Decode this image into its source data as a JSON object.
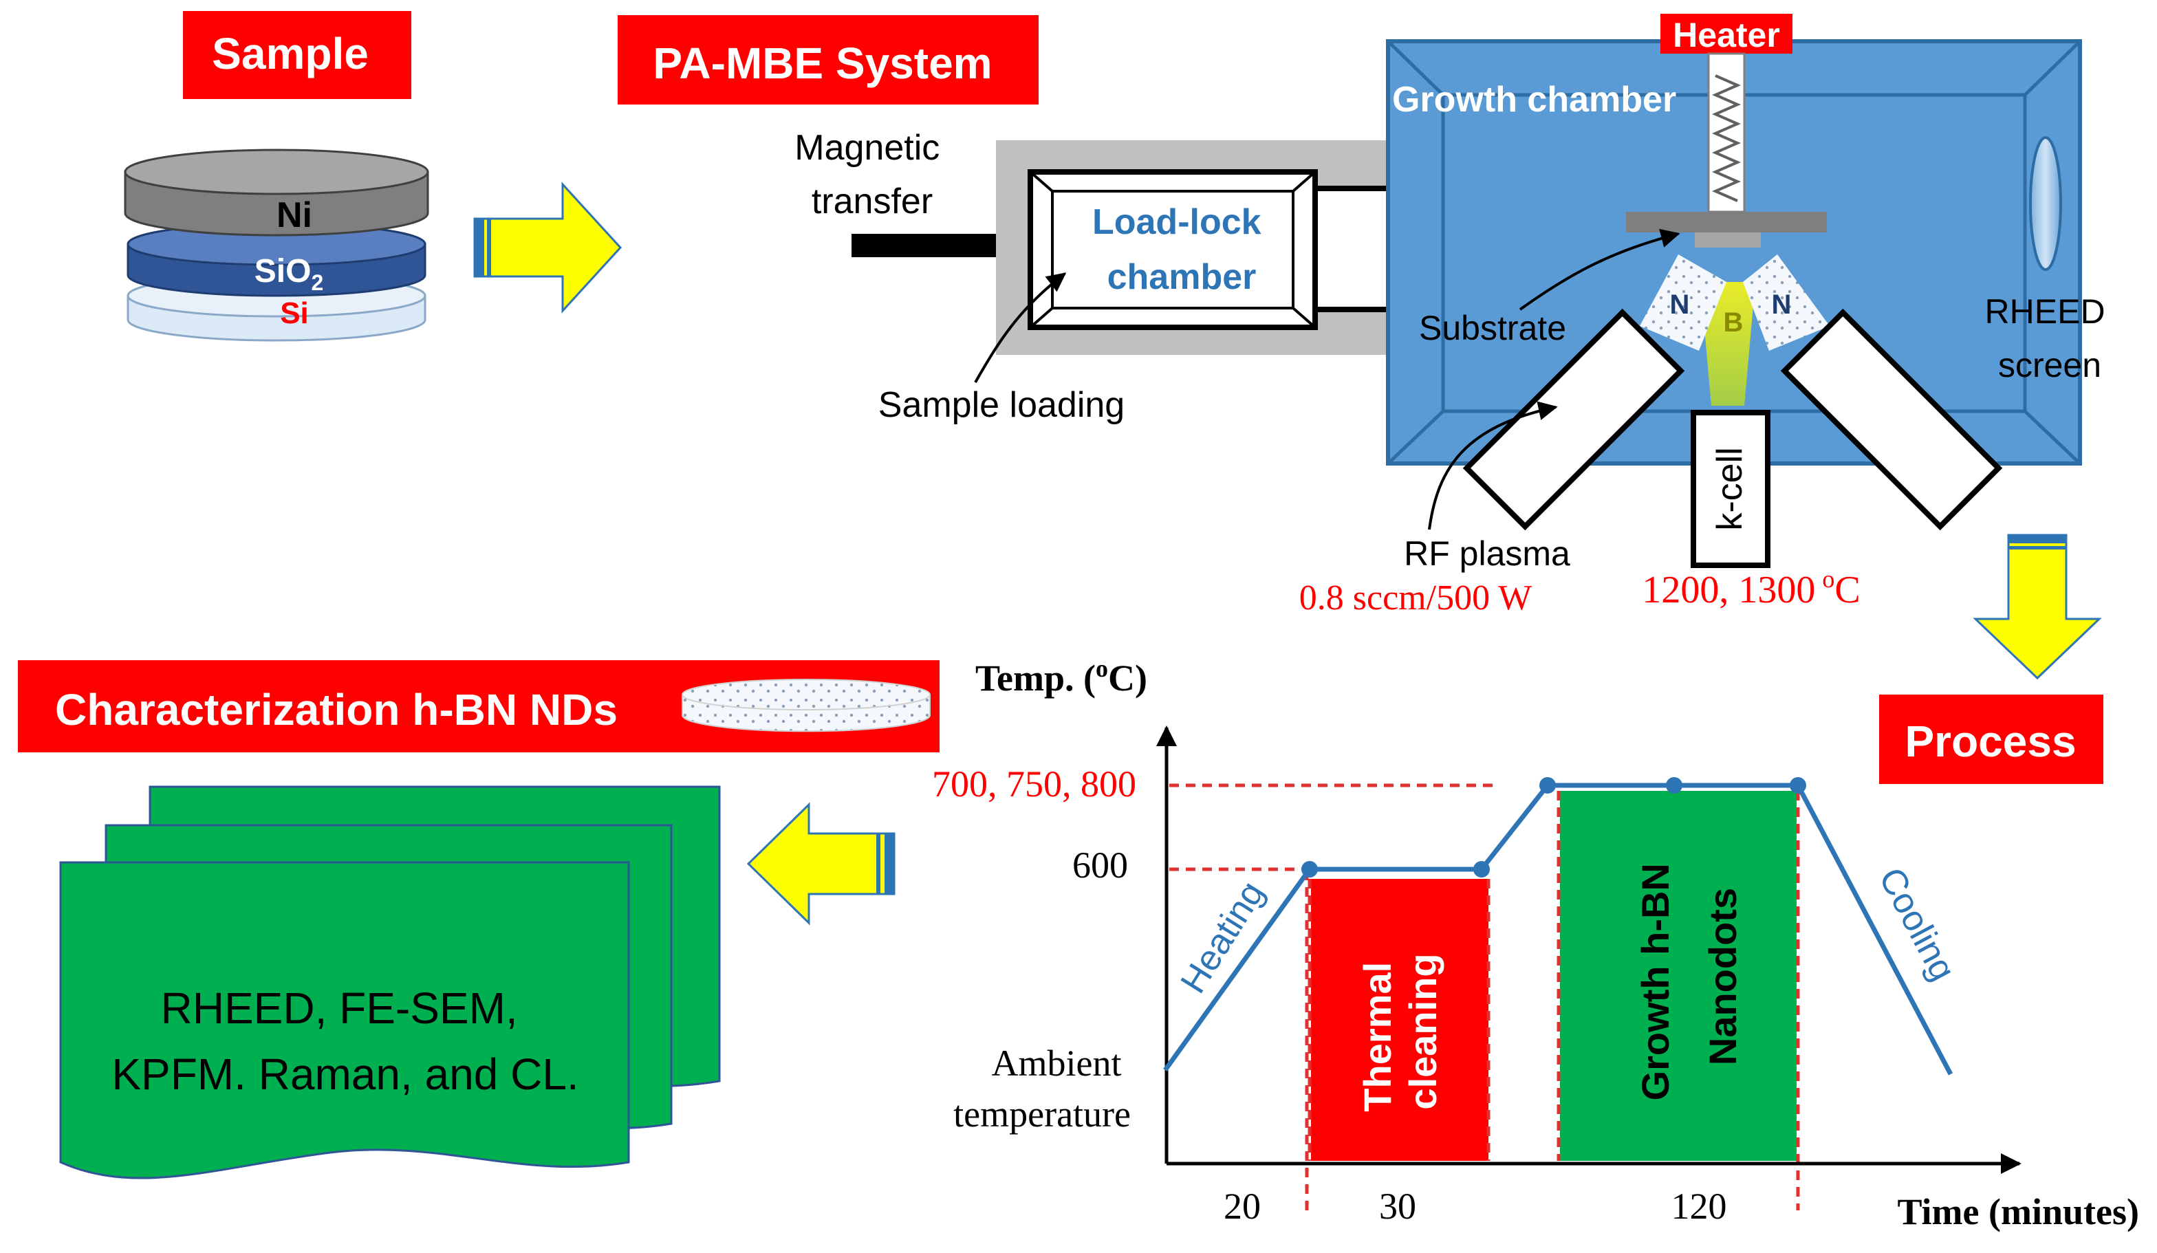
{
  "colors": {
    "red": "#ff0000",
    "chamber_blue": "#5b9bd5",
    "chamber_edge": "#2e6da4",
    "arrow_yellow": "#ffff00",
    "green": "#00b050",
    "plot_line": "#2e75b6",
    "dash_red": "#e03030",
    "label_blue": "#2e75b6"
  },
  "sample": {
    "title": "Sample",
    "layers": {
      "ni": "Ni",
      "sio2": "SiO",
      "sio2_sub": "2",
      "si": "Si"
    }
  },
  "system": {
    "title": "PA-MBE System",
    "magnetic_transfer": [
      "Magnetic",
      "transfer"
    ],
    "loadlock": [
      "Load-lock",
      "chamber"
    ],
    "sample_loading": "Sample loading",
    "heater": "Heater",
    "growth_chamber": "Growth chamber",
    "substrate": "Substrate",
    "rheed": [
      "RHEED",
      "screen"
    ],
    "n_left": "N",
    "n_right": "N",
    "b": "B",
    "kcell": "k-cell",
    "rf_plasma": "RF plasma",
    "rf_params": "0.8 sccm/500  W",
    "kcell_temp": "1200, 1300",
    "kcell_temp_sup": "o",
    "kcell_temp_unit": "C"
  },
  "process": {
    "title": "Process"
  },
  "characterization": {
    "title": "Characterization h-BN NDs",
    "methods": [
      "RHEED, FE-SEM,",
      "KPFM. Raman,  and CL."
    ]
  },
  "chart_data": {
    "type": "line",
    "ylabel": "Temp. (",
    "ylabel_sup": "o",
    "ylabel_tail": "C)",
    "xlabel": "Time (minutes)",
    "y_ticks": [
      "700, 750, 800",
      "600"
    ],
    "y_ambient": [
      "Ambient",
      "temperature"
    ],
    "x_ticks": [
      "20",
      "30",
      "120"
    ],
    "stages": [
      "Heating",
      "Thermal cleaning",
      "Growth h-BN Nanodots",
      "Cooling"
    ],
    "stage_labels": {
      "heating": "Heating",
      "thermal": [
        "Thermal",
        "cleaning"
      ],
      "growth": [
        "Growth h-BN",
        "Nanodots"
      ],
      "cooling": "Cooling"
    }
  }
}
